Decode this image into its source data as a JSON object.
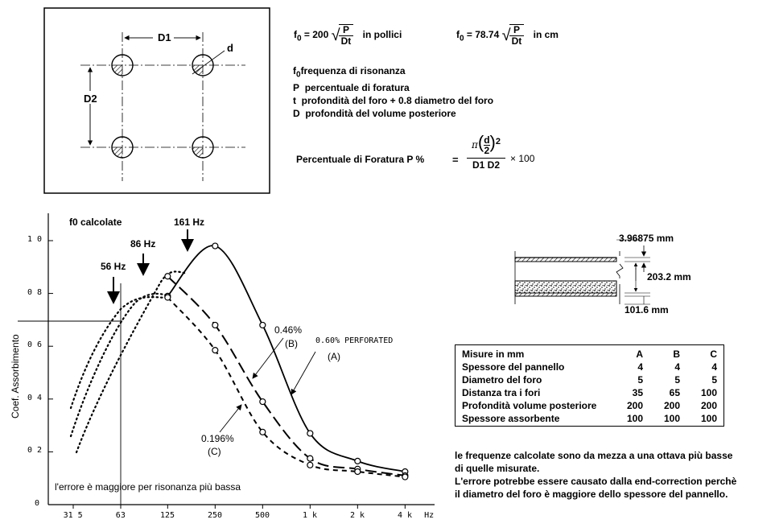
{
  "hole_pattern": {
    "label_d1": "D1",
    "label_d2": "D2",
    "label_d": "d"
  },
  "formulas": {
    "f0_inch": {
      "lhs": "f",
      "sub": "0",
      "eq": "= 200",
      "num": "P",
      "den": "Dt",
      "unit": "in pollici"
    },
    "f0_cm": {
      "lhs": "f",
      "sub": "0",
      "eq": "= 78.74",
      "num": "P",
      "den": "Dt",
      "unit": "in cm"
    },
    "definitions": [
      {
        "sym": "f",
        "sub": "0",
        "text": "frequenza di risonanza"
      },
      {
        "sym": "P",
        "text": "percentuale di foratura"
      },
      {
        "sym": "t",
        "text": "profondità del foro + 0.8 diametro del foro"
      },
      {
        "sym": "D",
        "text": "profondità del volume posteriore"
      }
    ],
    "perforation": {
      "label": "Percentuale di  Foratura  P %",
      "eq": "=",
      "pi": "π",
      "d": "d",
      "two": "2",
      "exp": "2",
      "den": "D1  D2",
      "times": "× 100"
    }
  },
  "chart_data": {
    "type": "line",
    "ylabel": "Coef. Assorbimento",
    "x_ticks": [
      "31 5",
      "63",
      "125",
      "250",
      "500",
      "1 k",
      "2 k",
      "4 k",
      "Hz"
    ],
    "y_ticks": [
      "0",
      "0 2",
      "0 4",
      "0 6",
      "0 8",
      "1 0"
    ],
    "ylim": [
      0,
      1.0
    ],
    "series": [
      {
        "name": "0.60% PERFORATED",
        "letter": "(A)",
        "style": "solid",
        "points": [
          [
            125,
            0.79
          ],
          [
            250,
            0.98
          ],
          [
            500,
            0.68
          ],
          [
            1000,
            0.27
          ],
          [
            2000,
            0.165
          ],
          [
            4000,
            0.125
          ]
        ]
      },
      {
        "name": "0.46%",
        "letter": "(B)",
        "style": "long-dash",
        "points": [
          [
            125,
            0.865
          ],
          [
            250,
            0.68
          ],
          [
            500,
            0.39
          ],
          [
            1000,
            0.175
          ],
          [
            2000,
            0.135
          ],
          [
            4000,
            0.11
          ]
        ]
      },
      {
        "name": "0.196%",
        "letter": "(C)",
        "style": "short-dash",
        "points": [
          [
            125,
            0.785
          ],
          [
            250,
            0.585
          ],
          [
            500,
            0.275
          ],
          [
            1000,
            0.15
          ],
          [
            2000,
            0.125
          ],
          [
            4000,
            0.105
          ]
        ]
      }
    ],
    "calculated_label": "f0 calcolate",
    "arrows": [
      "161 Hz",
      "86 Hz",
      "56 Hz"
    ],
    "note": "l'errore è maggiore per risonanza più bassa"
  },
  "panel": {
    "dim1": "3.96875 mm",
    "dim2": "203.2 mm",
    "dim3": "101.6 mm"
  },
  "specs": {
    "headers": [
      "Misure in mm",
      "A",
      "B",
      "C"
    ],
    "rows": [
      [
        "Spessore del pannello",
        "4",
        "4",
        "4"
      ],
      [
        "Diametro del foro",
        "5",
        "5",
        "5"
      ],
      [
        "Distanza tra i fori",
        "35",
        "65",
        "100"
      ],
      [
        "Profondità volume posteriore",
        "200",
        "200",
        "200"
      ],
      [
        "Spessore assorbente",
        "100",
        "100",
        "100"
      ]
    ]
  },
  "conclusion": [
    "le frequenze calcolate sono da mezza a una ottava più basse",
    "di quelle misurate.",
    "L'errore potrebbe essere causato dalla end-correction perchè",
    "il diametro del foro è maggiore dello spessore del pannello."
  ]
}
